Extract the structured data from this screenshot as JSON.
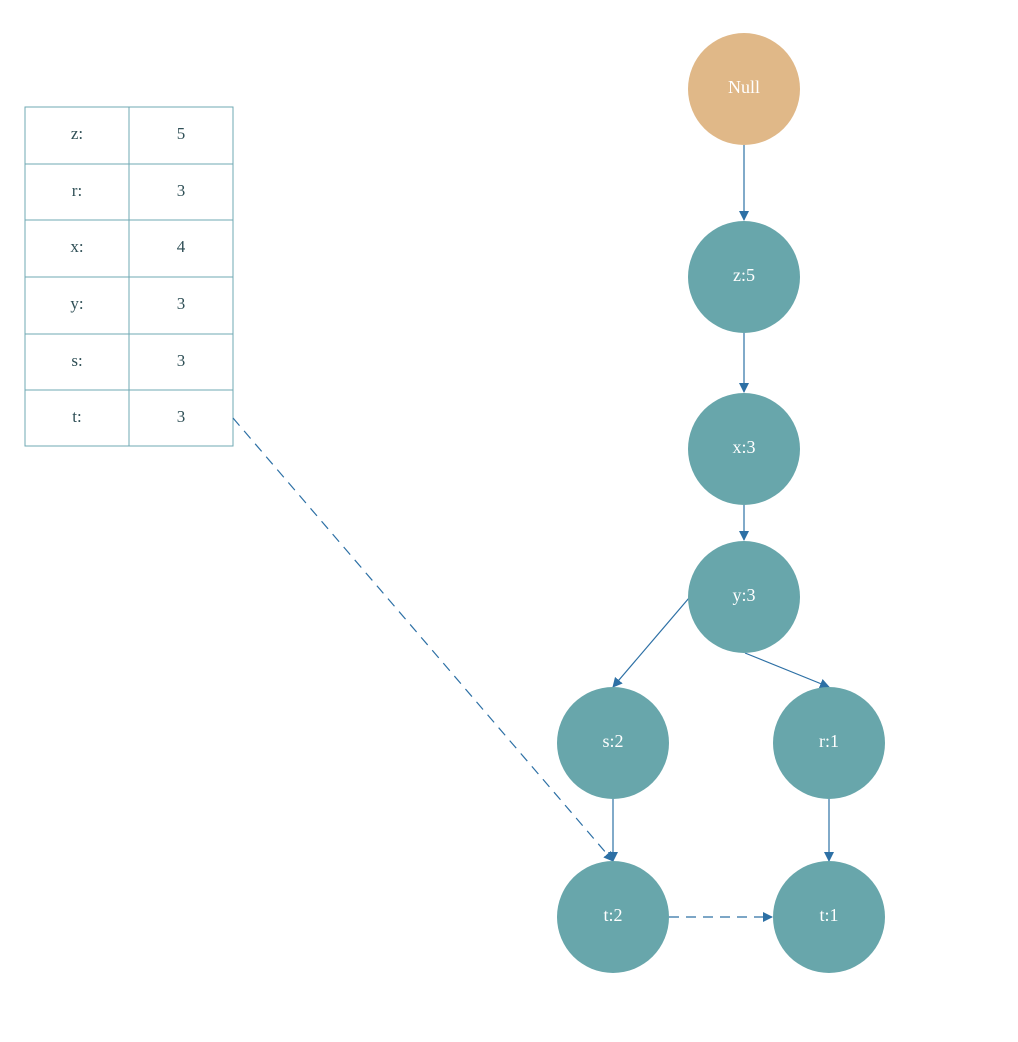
{
  "colors": {
    "background": "#ffffff",
    "node_fill": "#68a6ab",
    "root_fill": "#e0b888",
    "edge": "#2d70a5",
    "table_border": "#6fa9b3",
    "cell_text": "#2f4f56",
    "node_text": "#ffffff"
  },
  "table": {
    "rows": [
      {
        "key": "z:",
        "value": "5"
      },
      {
        "key": "r:",
        "value": "3"
      },
      {
        "key": "x:",
        "value": "4"
      },
      {
        "key": "y:",
        "value": "3"
      },
      {
        "key": "s:",
        "value": "3"
      },
      {
        "key": "t:",
        "value": "3"
      }
    ]
  },
  "nodes": {
    "null": "Null",
    "z5": "z:5",
    "x3": "x:3",
    "y3": "y:3",
    "s2": "s:2",
    "r1": "r:1",
    "t2": "t:2",
    "t1": "t:1"
  },
  "edges": [
    {
      "from": "null",
      "to": "z5",
      "style": "solid"
    },
    {
      "from": "z5",
      "to": "x3",
      "style": "solid"
    },
    {
      "from": "x3",
      "to": "y3",
      "style": "solid"
    },
    {
      "from": "y3",
      "to": "s2",
      "style": "solid"
    },
    {
      "from": "y3",
      "to": "r1",
      "style": "solid"
    },
    {
      "from": "s2",
      "to": "t2",
      "style": "solid"
    },
    {
      "from": "r1",
      "to": "t1",
      "style": "solid"
    },
    {
      "from": "t2",
      "to": "t1",
      "style": "dashed"
    },
    {
      "from": "table-row-t",
      "to": "t2",
      "style": "dashed"
    }
  ]
}
